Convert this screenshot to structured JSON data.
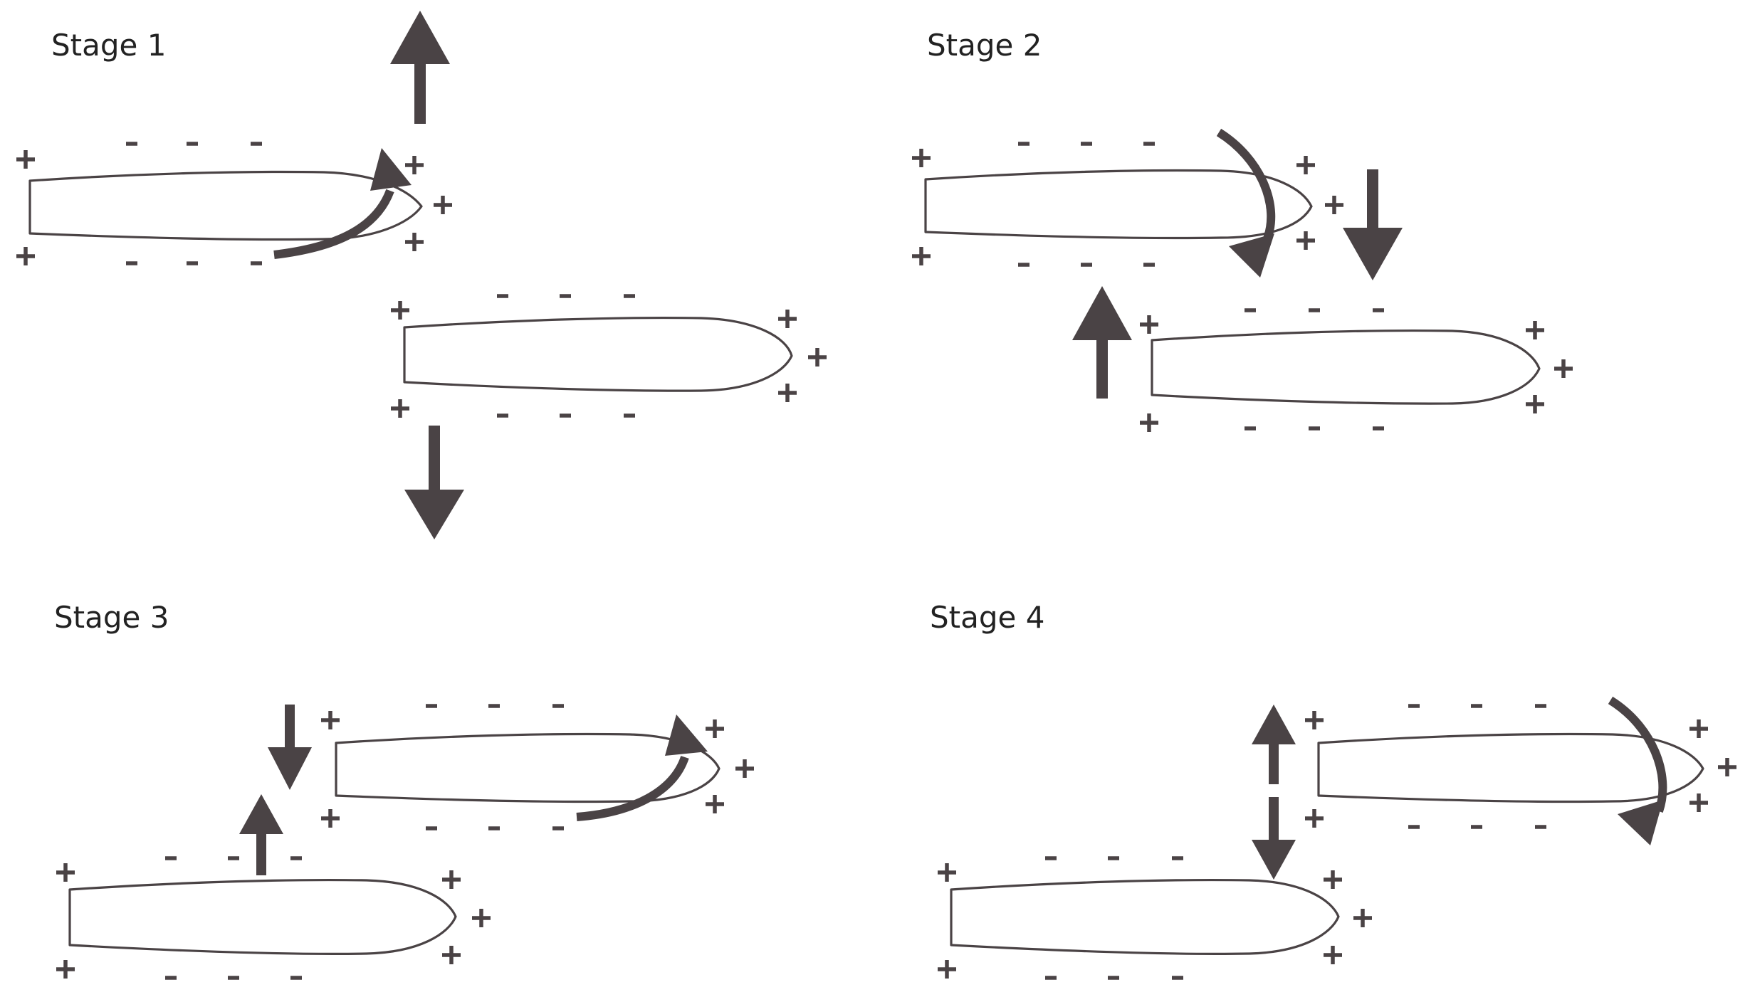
{
  "figure": {
    "stages": [
      {
        "id": "stage-1",
        "title": "Stage 1"
      },
      {
        "id": "stage-2",
        "title": "Stage 2"
      },
      {
        "id": "stage-3",
        "title": "Stage 3"
      },
      {
        "id": "stage-4",
        "title": "Stage 4"
      }
    ],
    "colors": {
      "ink": "#4a4345",
      "hull_outline": "#4a4345",
      "text": "#222222",
      "background": "#ffffff"
    },
    "signs": {
      "positive": "+",
      "negative": "-"
    }
  }
}
